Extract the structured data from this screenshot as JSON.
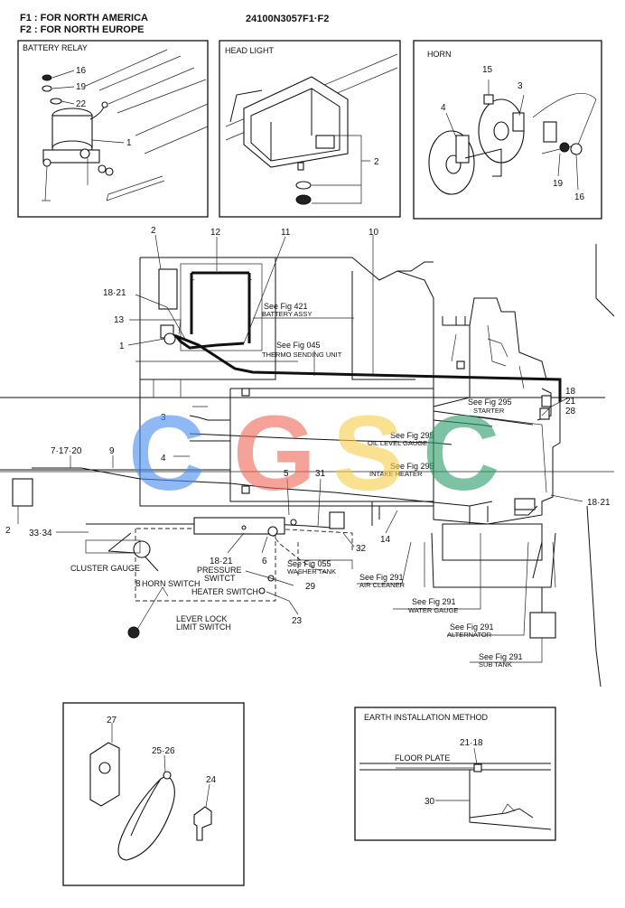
{
  "header": {
    "f1": "F1 : FOR  NORTH  AMERICA",
    "f2": "F2 : FOR  NORTH  EUROPE",
    "code": "24100N3057F1·F2"
  },
  "boxes": {
    "battery_relay": "BATTERY RELAY",
    "head_light": "HEAD LIGHT",
    "horn": "HORN",
    "earth": "EARTH   INSTALLATION  METHOD",
    "floor_plate": "FLOOR PLATE"
  },
  "callouts": {
    "br_16": "16",
    "br_19": "19",
    "br_22": "22",
    "br_1": "1",
    "hl_2": "2",
    "hn_15": "15",
    "hn_3": "3",
    "hn_4": "4",
    "hn_19": "19",
    "hn_16": "16",
    "m_2a": "2",
    "m_12": "12",
    "m_11": "11",
    "m_10": "10",
    "m_1821a": "18·21",
    "m_13": "13",
    "m_1": "1",
    "m_18": "18",
    "m_21": "21",
    "m_28": "28",
    "m_3": "3",
    "m_4": "4",
    "m_71720": "7·17·20",
    "m_9": "9",
    "m_5": "5",
    "m_31": "31",
    "m_2b": "2",
    "m_1821c": "18·21",
    "m_3334": "33·34",
    "m_1821b": "18·21",
    "m_6": "6",
    "m_32": "32",
    "m_14": "14",
    "m_8": "8",
    "m_29": "29",
    "m_23": "23",
    "b_27": "27",
    "b_2526": "25·26",
    "b_24": "24",
    "e_2118": "21·18",
    "e_30": "30"
  },
  "refs": {
    "fig421": "See Fig 421",
    "battery_assy": "BATTERY ASSY",
    "fig045": "See Fig 045",
    "thermo": "THERMO SENDING UNIT",
    "fig295a": "See Fig 295",
    "starter": "STARTER",
    "fig295b": "See Fig 295",
    "oil": "OIL LEVEL GAUGE",
    "fig295c": "See Fig 295",
    "intake": "INTAKE HEATER",
    "fig055": "See Fig 055",
    "washer": "WASHER TANK",
    "fig291a": "See Fig 291",
    "air": "AIR CLEANER",
    "fig291b": "See Fig 291",
    "water": "WATER GAUGE",
    "fig291c": "See Fig 291",
    "alternator": "ALTERNATOR",
    "fig291d": "See Fig 291",
    "subtank": "SUB TANK"
  },
  "labels": {
    "cluster": "CLUSTER GAUGE",
    "horn_switch": "HORN SWITCH",
    "pressure1": "PRESSURE",
    "pressure2": "SWITCT",
    "heater": "HEATER SWITCH",
    "lever1": "LEVER LOCK",
    "lever2": "LIMIT SWITCH"
  },
  "watermark": {
    "letters": [
      "C",
      "G",
      "S",
      "C"
    ],
    "colors": [
      "#4a8ff0",
      "#f06a5a",
      "#f7d04e",
      "#2e9e6a"
    ]
  }
}
